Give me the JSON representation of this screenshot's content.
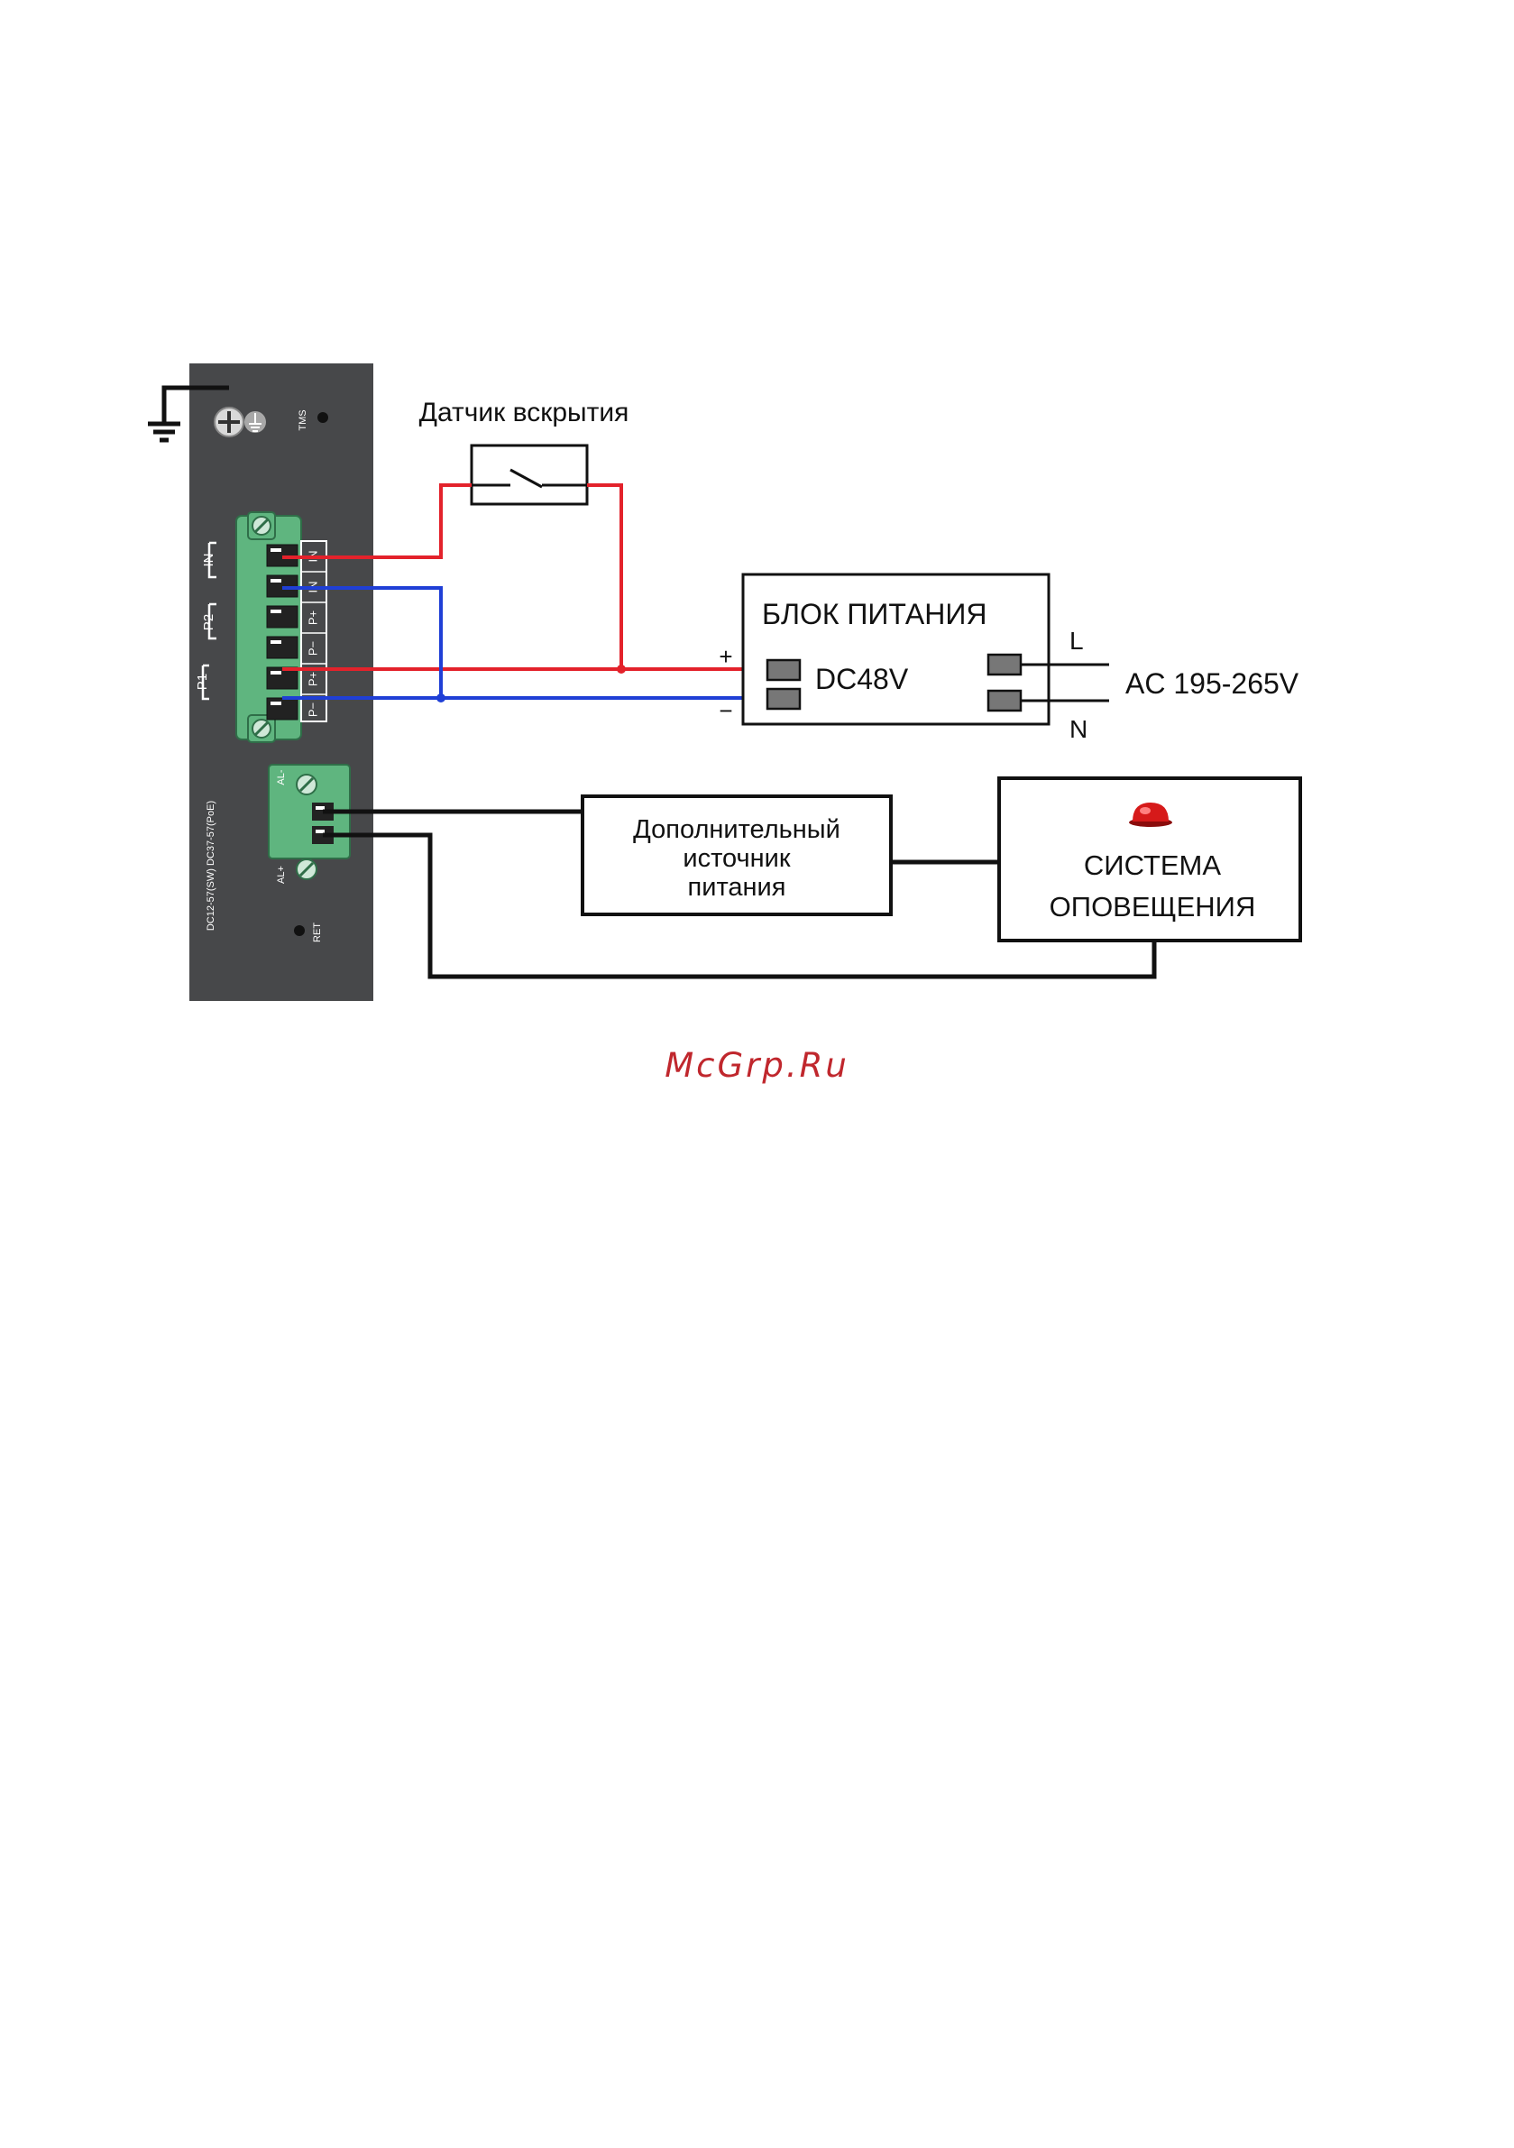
{
  "sensor": {
    "label": "Датчик вскрытия"
  },
  "psu": {
    "title": "БЛОК ПИТАНИЯ",
    "dc_label": "DC48V",
    "plus": "+",
    "minus": "−",
    "l_label": "L",
    "n_label": "N",
    "ac_label": "AC 195-265V"
  },
  "aux_power": {
    "line1": "Дополнительный",
    "line2": "источник",
    "line3": "питания"
  },
  "alarm_system": {
    "line1": "СИСТЕМА",
    "line2": "ОПОВЕЩЕНИЯ"
  },
  "device": {
    "tms": "TMS",
    "ret": "RET",
    "al_minus": "AL-",
    "al_plus": "AL+",
    "voltage": "DC12-57(SW)  DC37-57(PoE)",
    "port_in": "IN",
    "port_p2": "P2",
    "port_p1": "P1",
    "pin_labels": [
      "IN",
      "IN",
      "P+",
      "P−",
      "P+",
      "P−"
    ]
  },
  "watermark": "McGrp.Ru",
  "colors": {
    "positive_wire": "#e3222b",
    "negative_wire": "#1f3fd6",
    "signal_wire": "#111111",
    "device_panel": "#47484a",
    "terminal_green": "#5fb57f",
    "alarm_lamp": "#d61a1a"
  }
}
